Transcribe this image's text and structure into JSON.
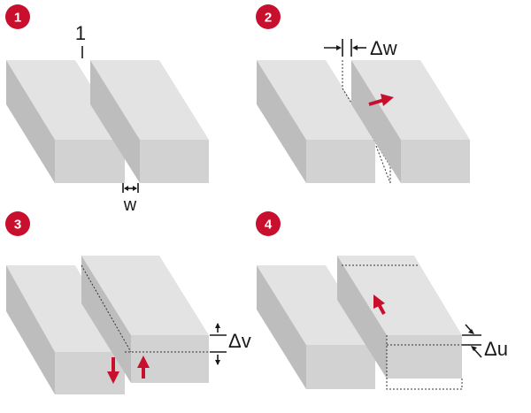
{
  "panels": [
    {
      "number": "1",
      "crack_label": "1",
      "dim_label": "w"
    },
    {
      "number": "2",
      "dim_label": "Δw"
    },
    {
      "number": "3",
      "dim_label": "Δv"
    },
    {
      "number": "4",
      "dim_label": "Δu"
    }
  ],
  "colors": {
    "badge": "#c8102e",
    "arrow": "#c8102e",
    "block_top": "#e3e3e3",
    "block_left": "#bdbdbd",
    "block_front": "#d2d2d2"
  }
}
